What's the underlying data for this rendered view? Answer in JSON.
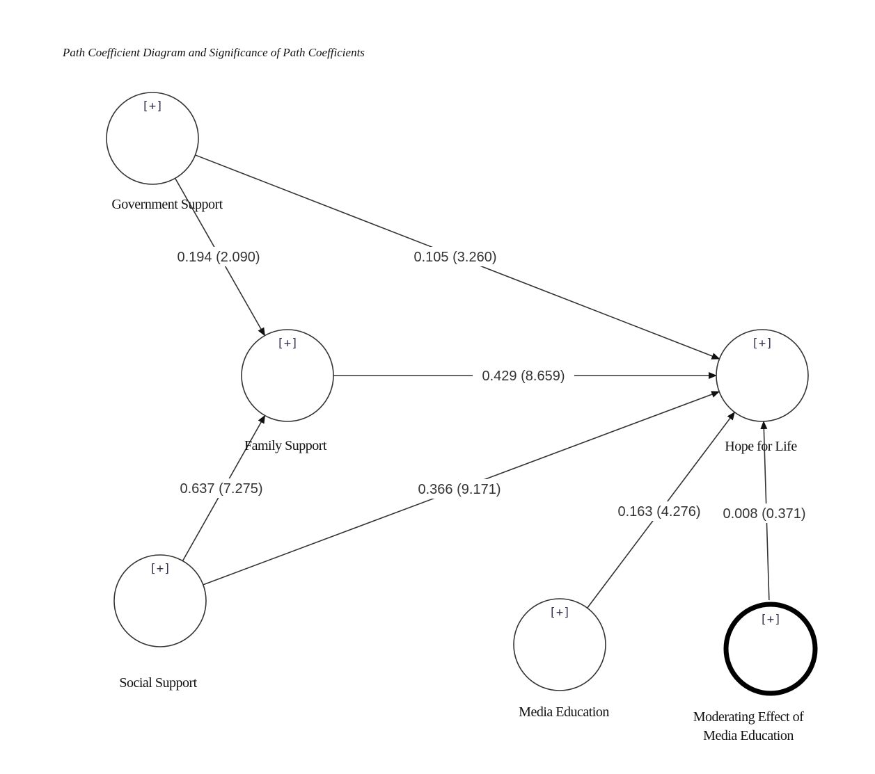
{
  "title": "Path Coefficient Diagram and Significance of Path Coefficients",
  "expand_marker": "[+]",
  "nodes": [
    {
      "id": "gov",
      "label": [
        "Government Support"
      ],
      "moderator": false
    },
    {
      "id": "family",
      "label": [
        "Family Support"
      ],
      "moderator": false
    },
    {
      "id": "hope",
      "label": [
        "Hope for Life"
      ],
      "moderator": false
    },
    {
      "id": "social",
      "label": [
        "Social Support"
      ],
      "moderator": false
    },
    {
      "id": "media",
      "label": [
        "Media Education"
      ],
      "moderator": false
    },
    {
      "id": "mod",
      "label": [
        "Moderating Effect of",
        "Media Education"
      ],
      "moderator": true
    }
  ],
  "edges": [
    {
      "from": "gov",
      "to": "family",
      "coefficient": "0.194",
      "t_value": "2.090"
    },
    {
      "from": "gov",
      "to": "hope",
      "coefficient": "0.105",
      "t_value": "3.260"
    },
    {
      "from": "family",
      "to": "hope",
      "coefficient": "0.429",
      "t_value": "8.659"
    },
    {
      "from": "social",
      "to": "family",
      "coefficient": "0.637",
      "t_value": "7.275"
    },
    {
      "from": "social",
      "to": "hope",
      "coefficient": "0.366",
      "t_value": "9.171"
    },
    {
      "from": "media",
      "to": "hope",
      "coefficient": "0.163",
      "t_value": "4.276"
    },
    {
      "from": "mod",
      "to": "hope",
      "coefficient": "0.008",
      "t_value": "0.371"
    }
  ]
}
